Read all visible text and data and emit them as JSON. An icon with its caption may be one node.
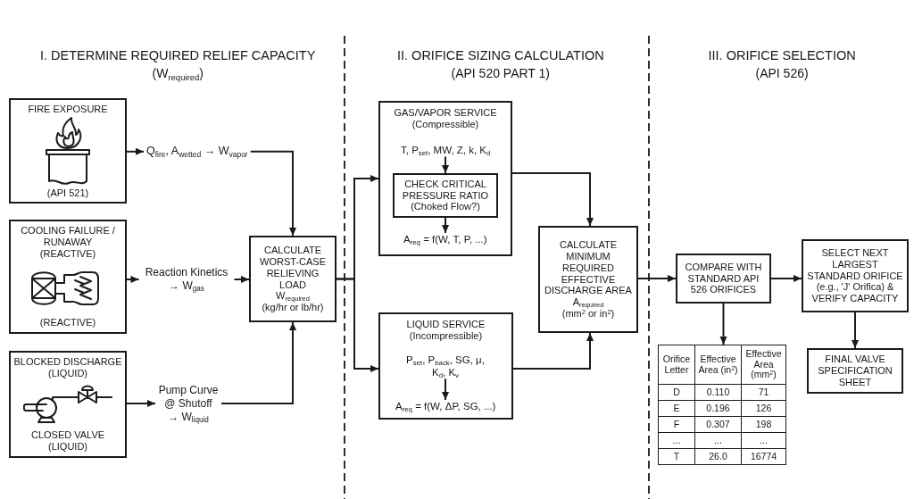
{
  "diagram": {
    "nodes": [
      {
        "text": [
          "FIRE EXPOSURE",
          "(API 521)"
        ]
      },
      {
        "text": [
          "COOLING FAILURE / RUNAWAY (REACTIVE)",
          "(REACTIVE)"
        ]
      },
      {
        "text": [
          "BLOCKED DISCHARGE (LIQUID)",
          "CLOSED VALVE (LIQUID)"
        ]
      },
      {
        "text": [
          "Q$_{fire}$, A$_{wetted}$ → W$_{vapor}$"
        ]
      },
      {
        "text": [
          "Reaction Kinetics → W$_{gas}$"
        ]
      },
      {
        "text": [
          "Pump Curve @ Shutoff → W$_{liquid}$"
        ]
      },
      {
        "text": [
          "CALCULATE WORST-CASE RELIEVING LOAD",
          "W$_{required}$",
          "(kg/hr or lb/hr)"
        ]
      },
      {
        "text": [
          "GAS/VAPOR SERVICE (Compressible)"
        ]
      },
      {
        "text": [
          "T, P$_{set}$, MW, Z, k, K$_{d}$"
        ],
        "in": 7
      },
      {
        "text": [
          "CHECK CRITICAL PRESSURE RATIO (Choked Flow?)"
        ],
        "in": 7
      },
      {
        "text": [
          "A$_{req}$ = f(W, T, P, ...)"
        ],
        "in": 7
      },
      {
        "text": [
          "LIQUID SERVICE (Incompressible)"
        ]
      },
      {
        "text": [
          "P$_{set}$, P$_{back}$, SG, μ, K$_{d}$, K$_{v}$"
        ],
        "in": 11
      },
      {
        "text": [
          "A$_{req}$ = f(W, ΔP, SG, ...)"
        ],
        "in": 11
      },
      {
        "text": [
          "CALCULATE MINIMUM REQUIRED EFFECTIVE DISCHARGE AREA",
          "A$_{required}$",
          "(mm$^{2}$ or in$^{2}$)"
        ]
      },
      {
        "text": [
          "COMPARE WITH STANDARD API 526 ORIFICES"
        ]
      },
      {
        "text": [
          "Orifice Letter",
          "Effective Area (in$^{2}$)",
          "Effective Area (mm$^{2}$)",
          "D",
          "0.110",
          "71",
          "E",
          "0.196",
          "126",
          "F",
          "0.307",
          "198",
          "...",
          "...",
          "...",
          "T",
          "26.0",
          "16774"
        ]
      },
      {
        "text": [
          "SELECT NEXT LARGEST STANDARD ORIFICE (e.g., 'J' Orifica) & VERIFY CAPACITY"
        ]
      },
      {
        "text": [
          "FINAL VALVE SPECIFICATION SHEET"
        ]
      }
    ],
    "edges": [
      {
        "from": 0,
        "to": 3,
        "arrow": "to"
      },
      {
        "from": 3,
        "to": 6,
        "arrow": "to"
      },
      {
        "from": 1,
        "to": 4,
        "arrow": "to"
      },
      {
        "from": 4,
        "to": 6,
        "arrow": "to"
      },
      {
        "from": 2,
        "to": 5,
        "arrow": "to"
      },
      {
        "from": 5,
        "to": 6,
        "arrow": "to"
      },
      {
        "from": 6,
        "to": 7,
        "arrow": "to"
      },
      {
        "from": 6,
        "to": 11,
        "arrow": "to"
      },
      {
        "from": 8,
        "to": 9,
        "arrow": "to"
      },
      {
        "from": 9,
        "to": 10,
        "arrow": "to"
      },
      {
        "from": 7,
        "to": 14,
        "arrow": "to"
      },
      {
        "from": 12,
        "to": 13,
        "arrow": "to"
      },
      {
        "from": 11,
        "to": 14,
        "arrow": "to"
      },
      {
        "from": 14,
        "to": 15,
        "arrow": "to"
      },
      {
        "from": 15,
        "to": 16,
        "arrow": "to"
      },
      {
        "from": 15,
        "to": 17,
        "arrow": "to"
      },
      {
        "from": 17,
        "to": 18,
        "arrow": "to"
      }
    ],
    "labels": [
      "I. DETERMINE REQUIRED RELIEF CAPACITY",
      "(W$_{required}$)",
      "II. ORIFICE SIZING CALCULATION",
      "(API 520 PART 1)",
      "III. ORIFICE SELECTION",
      "(API 526)"
    ]
  }
}
